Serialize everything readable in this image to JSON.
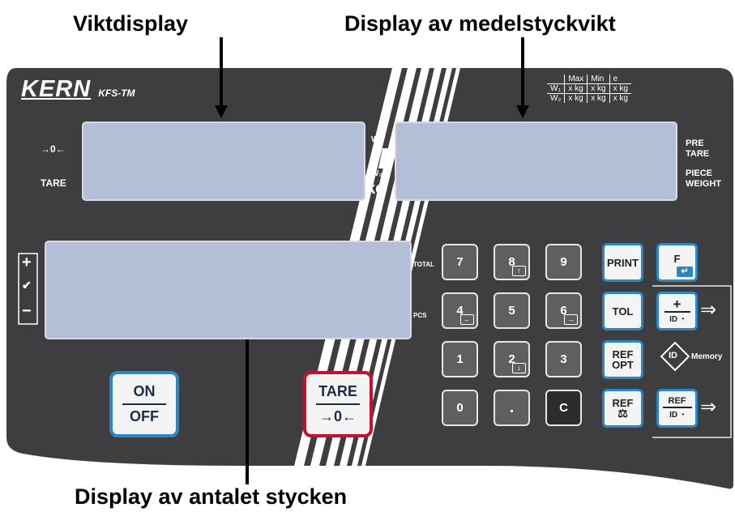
{
  "callouts": {
    "top_left": "Viktdisplay",
    "top_right": "Display av medelstyckvikt",
    "bottom": "Display av antalet stycken"
  },
  "panel": {
    "brand": "KERN",
    "model": "KFS-TM",
    "colors": {
      "panel": "#3e3e40",
      "display": "#b3bfd6",
      "func_border": "#2b86c6",
      "tare_border": "#c8102e",
      "stripe": "#ffffff"
    }
  },
  "spec_table": {
    "headers": [
      "",
      "Max",
      "Min",
      "e"
    ],
    "rows": [
      [
        "W₁",
        "x kg",
        "x kg",
        "x kg"
      ],
      [
        "W₂",
        "x kg",
        "x kg",
        "x kg"
      ]
    ]
  },
  "left_labels": {
    "zero": "→0←",
    "tare": "TARE"
  },
  "right_labels": {
    "pretare": "PRE\nTARE",
    "piece_weight": "PIECE\nWEIGHT"
  },
  "center_labels": {
    "w1": "W₁",
    "w2": "W₂",
    "unit": "kg"
  },
  "count_labels": {
    "total": "TOTAL",
    "pcs": "PCS"
  },
  "side_indicators": {
    "plus": "+",
    "check": "✔",
    "minus": "−"
  },
  "numpad": [
    {
      "label": "7",
      "sub": ""
    },
    {
      "label": "8",
      "sub": "↑"
    },
    {
      "label": "9",
      "sub": ""
    },
    {
      "label": "4",
      "sub": "←"
    },
    {
      "label": "5",
      "sub": ""
    },
    {
      "label": "6",
      "sub": "→"
    },
    {
      "label": "1",
      "sub": ""
    },
    {
      "label": "2",
      "sub": "↓"
    },
    {
      "label": "3",
      "sub": ""
    },
    {
      "label": "0",
      "sub": ""
    },
    {
      "label": ".",
      "sub": ""
    },
    {
      "label": "C",
      "sub": ""
    }
  ],
  "function_keys": {
    "print": "PRINT",
    "f": "F",
    "enter_icon": "↵",
    "tol": "TOL",
    "plus": "+",
    "id_clock_1": "ID ◔",
    "ref_opt_1": "REF",
    "ref_opt_2": "OPT",
    "id_memory": "ID",
    "memory": "Memory",
    "ref_weight": "REF",
    "weight_icon": "⚖",
    "ref_dots": "REF",
    "id_clock_2": "ID ◔"
  },
  "big_keys": {
    "on": "ON",
    "off": "OFF",
    "tare": "TARE",
    "zero": "→0←"
  }
}
